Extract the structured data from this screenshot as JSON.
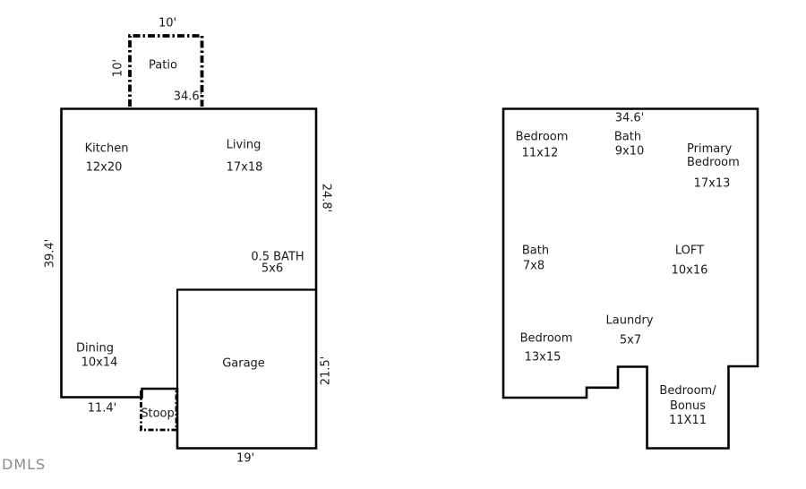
{
  "watermark": {
    "text": "DMLS",
    "color": "#8d8d8d"
  },
  "colors": {
    "background": "#ffffff",
    "wall": "#000000",
    "text": "#1a1a1a"
  },
  "floor1": {
    "patio": {
      "label": "Patio",
      "width_dim": "10'",
      "depth_dim": "10'"
    },
    "top_width_dim": "34.6'",
    "kitchen": {
      "label": "Kitchen",
      "size": "12x20"
    },
    "living": {
      "label": "Living",
      "size": "17x18"
    },
    "half_bath": {
      "label": "0.5 BATH",
      "size": "5x6"
    },
    "dining": {
      "label": "Dining",
      "size": "10x14"
    },
    "garage": {
      "label": "Garage"
    },
    "stoop": {
      "label": "Stoop"
    },
    "left_dim": "39.4'",
    "right_upper_dim": "24.8'",
    "right_lower_dim": "21.5'",
    "bottom_left_dim": "11.4'",
    "garage_bottom_dim": "19'"
  },
  "floor2": {
    "top_width_dim": "34.6'",
    "bedroom_top": {
      "label": "Bedroom",
      "size": "11x12"
    },
    "bath_top": {
      "label": "Bath",
      "size": "9x10"
    },
    "primary_bedroom": {
      "label": "Primary\nBedroom",
      "size": "17x13"
    },
    "bath_left": {
      "label": "Bath",
      "size": "7x8"
    },
    "loft": {
      "label": "LOFT",
      "size": "10x16"
    },
    "laundry": {
      "label": "Laundry",
      "size": "5x7"
    },
    "bedroom_bottom": {
      "label": "Bedroom",
      "size": "13x15"
    },
    "bonus_room": {
      "label": "Bedroom/\nBonus\n11X11"
    }
  }
}
